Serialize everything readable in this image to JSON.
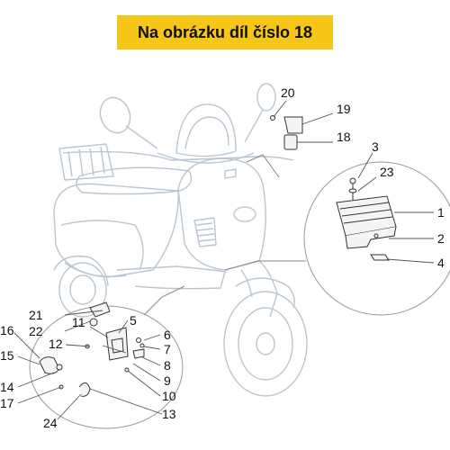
{
  "banner": {
    "title": "Na obrázku díl číslo 18"
  },
  "colors": {
    "banner": "#f5c518",
    "outline": "#b9c6d2",
    "part": "#333333",
    "leader": "#555555"
  },
  "callouts": [
    {
      "id": "1",
      "label": "1"
    },
    {
      "id": "2",
      "label": "2"
    },
    {
      "id": "3",
      "label": "3"
    },
    {
      "id": "4",
      "label": "4"
    },
    {
      "id": "5",
      "label": "5"
    },
    {
      "id": "6",
      "label": "6"
    },
    {
      "id": "7",
      "label": "7"
    },
    {
      "id": "8",
      "label": "8"
    },
    {
      "id": "9",
      "label": "9"
    },
    {
      "id": "10",
      "label": "10"
    },
    {
      "id": "11",
      "label": "11"
    },
    {
      "id": "12",
      "label": "12"
    },
    {
      "id": "13",
      "label": "13"
    },
    {
      "id": "14",
      "label": "14"
    },
    {
      "id": "15",
      "label": "15"
    },
    {
      "id": "16",
      "label": "16"
    },
    {
      "id": "17",
      "label": "17"
    },
    {
      "id": "18",
      "label": "18"
    },
    {
      "id": "19",
      "label": "19"
    },
    {
      "id": "20",
      "label": "20"
    },
    {
      "id": "21",
      "label": "21"
    },
    {
      "id": "22",
      "label": "22"
    },
    {
      "id": "23",
      "label": "23"
    },
    {
      "id": "24",
      "label": "24"
    }
  ]
}
